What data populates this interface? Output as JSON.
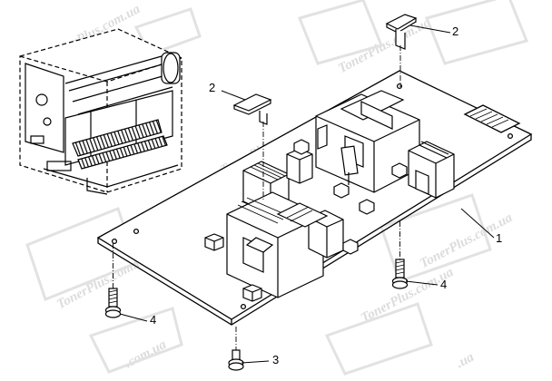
{
  "watermark": {
    "word": "TONER",
    "site": "TonerPlus.com.ua",
    "fragments": [
      "TonerPlus.com.ua",
      "TonerPlus.com.ua",
      "TonerPlus.com.ua",
      "TonerPlus.com.ua",
      ".ua",
      ".com.ua",
      "TonerPlus.com.ua",
      "TonerPlus.co"
    ]
  },
  "callouts": [
    {
      "id": "c2-top",
      "label": "2"
    },
    {
      "id": "c2-mid",
      "label": "2"
    },
    {
      "id": "c1",
      "label": "1"
    },
    {
      "id": "c4-right",
      "label": "4"
    },
    {
      "id": "c4-left",
      "label": "4"
    },
    {
      "id": "c3",
      "label": "3"
    }
  ],
  "colors": {
    "line": "#000000",
    "watermark": "#dcdcdc",
    "background": "#ffffff"
  }
}
